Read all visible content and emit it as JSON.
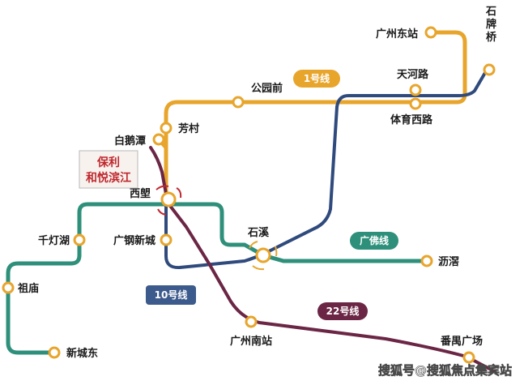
{
  "colors": {
    "line1": "#E8A52C",
    "line10": "#2F4A7C",
    "line22": "#6B2645",
    "guangfo": "#2E8F7A",
    "line10_tag": "#3D5A8C",
    "marker_red": "#C0272D"
  },
  "lines": {
    "line1": "1号线",
    "line10": "10号线",
    "line22": "22号线",
    "guangfo": "广佛线"
  },
  "stations": {
    "guangzhou_east": "广州东站",
    "shipaiqiao": "石\n牌\n桥",
    "tianhe_road": "天河路",
    "tiyu_xilu": "体育西路",
    "gongyuanqian": "公园前",
    "fangcun": "芳村",
    "baietan": "白鹅潭",
    "xilang": "西塱",
    "qiandenghu": "千灯湖",
    "zumiao": "祖庙",
    "xinchengdong": "新城东",
    "guanggang_xincheng": "广钢新城",
    "shixi": "石溪",
    "lijiao": "沥滘",
    "guangzhou_south": "广州南站",
    "panyu_square": "番禺广场"
  },
  "project_label": {
    "line1": "保利",
    "line2": "和悦滨江"
  },
  "watermark": "搜狐号@搜狐焦点集宾站"
}
